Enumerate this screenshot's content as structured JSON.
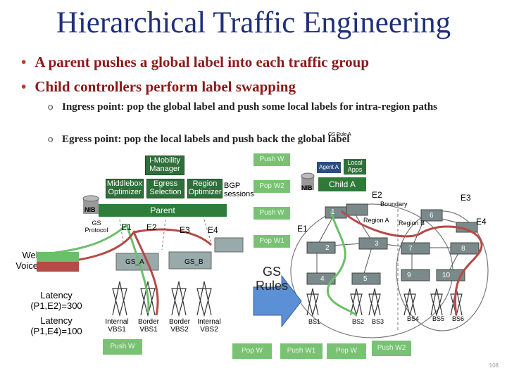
{
  "title": "Hierarchical Traffic Engineering",
  "bullets": [
    "A parent pushes a global label into each traffic group",
    "Child controllers perform label swapping"
  ],
  "sub_bullets": [
    "Ingress point: pop the global label and push some local labels for intra-region paths",
    "Egress point: pop the local labels and push back the global label"
  ],
  "hierarchy": {
    "mobility_manager": "I-Mobility Manager",
    "middlebox_optimizer": "Middlebox Optimizer",
    "egress_selection": "Egress Selection",
    "region_optimizer": "Region Optimizer",
    "bgp_sessions": "BGP sessions",
    "nib": "NIB",
    "parent": "Parent",
    "gs_protocol": "GS Protocol",
    "gs_a": "GS_A",
    "gs_b": "GS_B",
    "egress_points": [
      "E1",
      "E2",
      "E3",
      "E4"
    ]
  },
  "legend": {
    "web": "Web",
    "voice": "Voice",
    "web_color": "#6bbf6a",
    "voice_color": "#b54a46",
    "latency1": "Latency (P1,E2)=300",
    "latency2": "Latency (P1,E4)=100"
  },
  "label_ops": {
    "push_w_top": "Push W",
    "pop_w2": "Pop W2",
    "push_w_mid": "Push W",
    "pop_w1": "Pop W1",
    "gs_rules": "GS Rules",
    "push_w_bottom": "Push W",
    "bottom_row": [
      "Pop W",
      "Push W1",
      "Pop W",
      "Push W2"
    ]
  },
  "child": {
    "nib": "NIB",
    "agent": "Agent A",
    "local_apps": "Local Apps",
    "child_a": "Child A",
    "gs_rule_a": "GS Rule A",
    "boundary": "Boundary",
    "region_a": "Region A",
    "region_b": "Region B",
    "egress": [
      "E1",
      "E2",
      "E3",
      "E4"
    ],
    "switch_ids": [
      "1",
      "2",
      "3",
      "4",
      "5",
      "6",
      "7",
      "8",
      "9",
      "10"
    ],
    "bs_labels": [
      "BS1",
      "BS2",
      "BS3",
      "BS4",
      "BS5",
      "BS6"
    ]
  },
  "vbs": {
    "labels": [
      "Internal VBS1",
      "Border VBS1",
      "Border VBS2",
      "Internal VBS2"
    ]
  },
  "page_number": "108"
}
